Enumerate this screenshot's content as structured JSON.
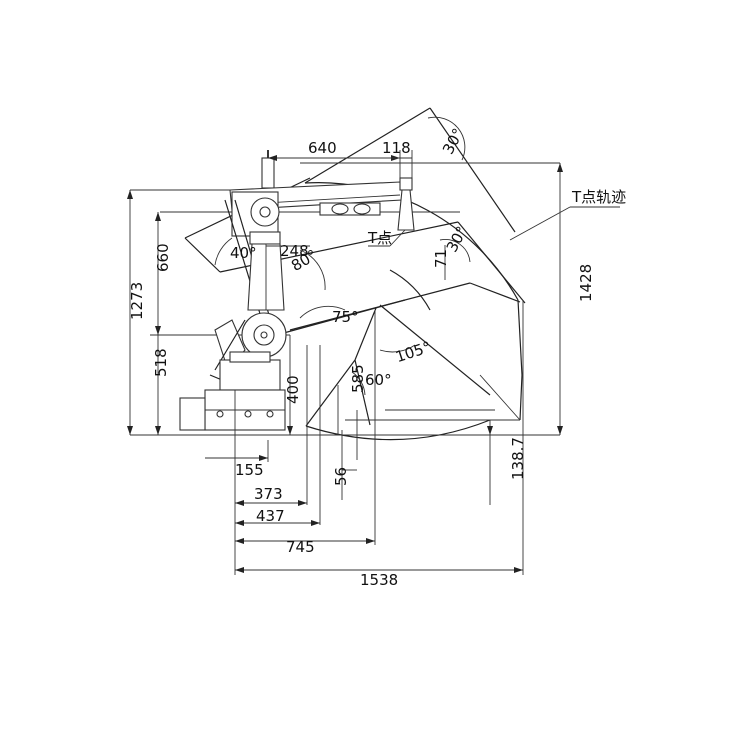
{
  "dimensions": {
    "d640": "640",
    "d118": "118",
    "d30_top": "30°",
    "d30_mid": "30°",
    "d40": "40°",
    "d248": "248",
    "d80": "80°",
    "d71": "71",
    "d75": "75°",
    "d105": "105°",
    "d60": "60°",
    "d585": "585",
    "d660": "660",
    "d1273": "1273",
    "d518": "518",
    "d400": "400",
    "d1428": "1428",
    "d155": "155",
    "d373": "373",
    "d56": "56",
    "d437": "437",
    "d745": "745",
    "d1538": "1538",
    "d138_7": "138.7"
  },
  "labels": {
    "t_point": "T点",
    "t_trajectory": "T点轨迹"
  }
}
